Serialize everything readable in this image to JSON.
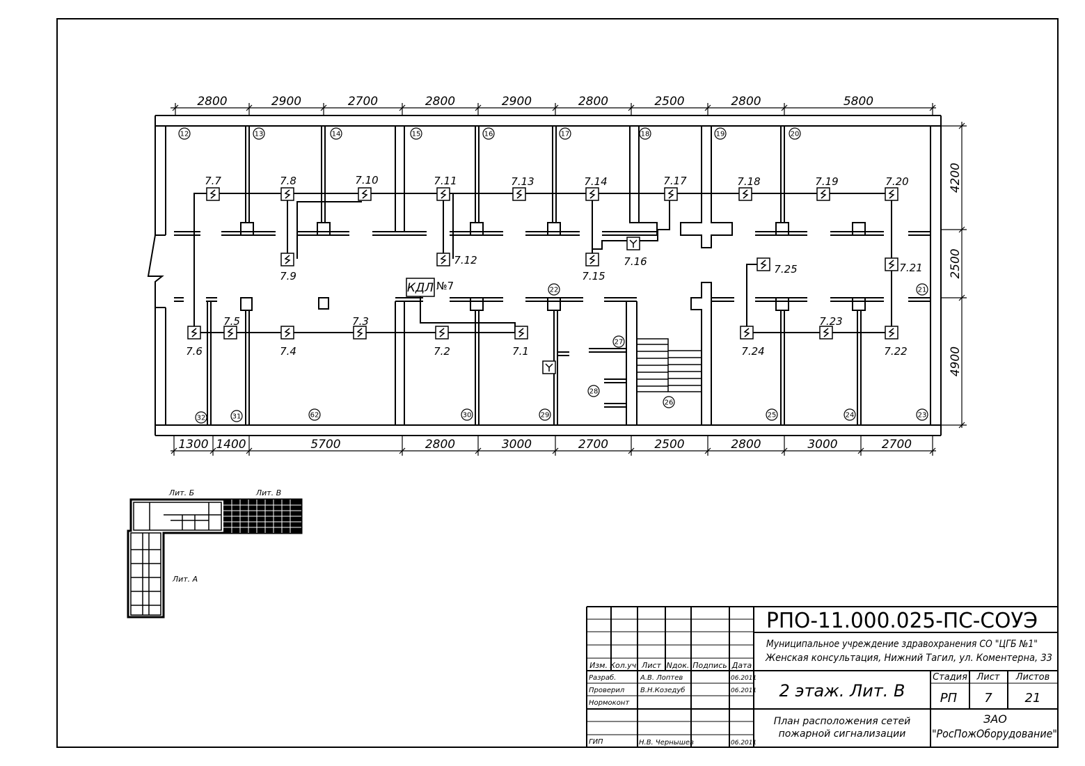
{
  "plan": {
    "dims_top": [
      "2800",
      "2900",
      "2700",
      "2800",
      "2900",
      "2800",
      "2500",
      "2800",
      "5800"
    ],
    "dims_bottom": [
      "1300",
      "1400",
      "5700",
      "2800",
      "3000",
      "2700",
      "2500",
      "2800",
      "3000",
      "2700"
    ],
    "dims_right": [
      "4200",
      "2500",
      "4900"
    ],
    "rooms": [
      "12",
      "13",
      "14",
      "15",
      "16",
      "17",
      "18",
      "19",
      "20",
      "21",
      "22",
      "23",
      "24",
      "25",
      "26",
      "27",
      "28",
      "29",
      "30",
      "62",
      "31",
      "32"
    ],
    "detectors_smoke": [
      "7.7",
      "7.8",
      "7.10",
      "7.11",
      "7.13",
      "7.14",
      "7.17",
      "7.18",
      "7.19",
      "7.20",
      "7.9",
      "7.12",
      "7.15",
      "7.25",
      "7.21",
      "7.6",
      "7.5",
      "7.4",
      "7.3",
      "7.2",
      "7.1",
      "7.24",
      "7.23",
      "7.22"
    ],
    "detectors_manual": [
      "7.16"
    ],
    "controller_label": "КДЛ",
    "controller_number": "№7"
  },
  "key_plan": {
    "label_b": "Лит. Б",
    "label_v": "Лит. В",
    "label_a": "Лит. А"
  },
  "title_block": {
    "code": "РПО-11.000.025-ПС-СОУЭ",
    "org_line1": "Муниципальное учреждение здравохранения СО \"ЦГБ №1\"",
    "org_line2": "Женская консультация, Нижний Тагил, ул. Коментерна, 33",
    "headers": [
      "Изм.",
      "Кол.уч.",
      "Лист",
      "Nдок.",
      "Подпись",
      "Дата"
    ],
    "signatures": [
      {
        "role": "Разраб.",
        "name": "А.В. Лоптев",
        "date": "06.2011"
      },
      {
        "role": "Проверил",
        "name": "В.Н.Козедуб",
        "date": "06.2011"
      },
      {
        "role": "Нормоконт",
        "name": "",
        "date": ""
      },
      {
        "role": "",
        "name": "",
        "date": ""
      },
      {
        "role": "ГИП",
        "name": "Н.В. Чернышев",
        "date": "06.2011"
      }
    ],
    "sheet_title": "2 этаж. Лит. В",
    "stage_label": "Стадия",
    "sheet_label": "Лист",
    "sheets_label": "Листов",
    "stage": "РП",
    "sheet": "7",
    "sheets": "21",
    "description_line1": "План расположения сетей",
    "description_line2": "пожарной сигнализации",
    "company_line1": "ЗАО",
    "company_line2": "\"РосПожОборудование\""
  }
}
